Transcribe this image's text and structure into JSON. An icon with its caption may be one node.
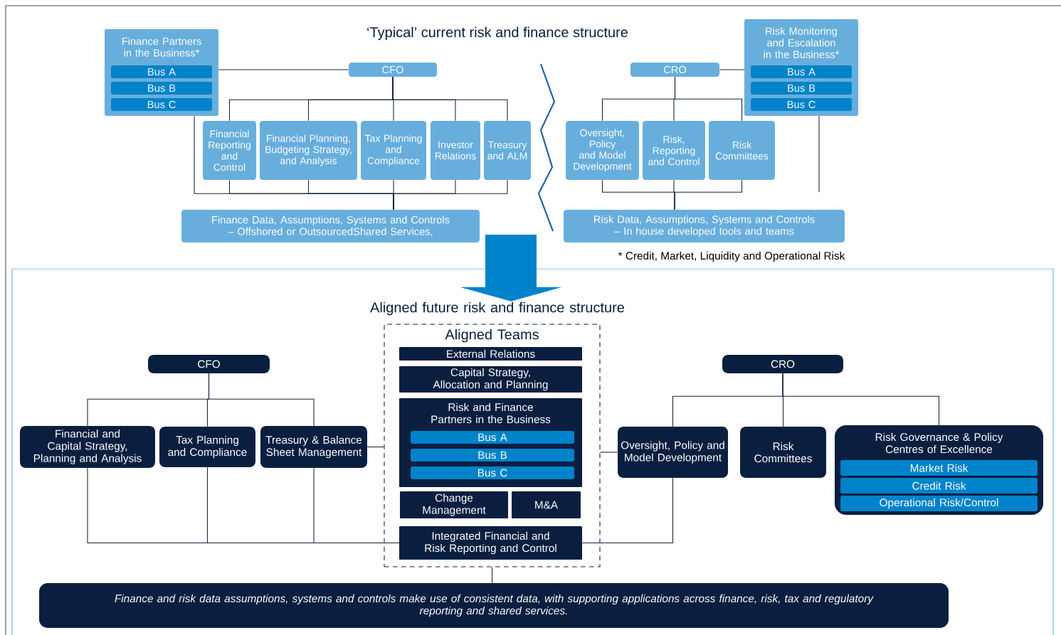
{
  "diagram": {
    "nodes": [
      {
        "text": [
          "Finance Partners in the Business*"
        ]
      },
      {
        "text": [
          "Bus A"
        ],
        "in": 0
      },
      {
        "text": [
          "Bus B"
        ],
        "in": 0
      },
      {
        "text": [
          "Bus C"
        ],
        "in": 0
      },
      {
        "text": [
          "CFO"
        ]
      },
      {
        "text": [
          "Financial Reporting and Control"
        ]
      },
      {
        "text": [
          "Financial Planning, Budgeting Strategy, and Analysis"
        ]
      },
      {
        "text": [
          "Tax Planning and Compliance"
        ]
      },
      {
        "text": [
          "Investor Relations"
        ]
      },
      {
        "text": [
          "Treasury and ALM"
        ]
      },
      {
        "text": [
          "Finance Data, Assumptions, Systems and Controls – Offshored or OutsourcedShared Services,"
        ]
      },
      {
        "text": [
          "CRO"
        ]
      },
      {
        "text": [
          "Risk Monitoring and Escalation in the Business*"
        ]
      },
      {
        "text": [
          "Bus A"
        ],
        "in": 12
      },
      {
        "text": [
          "Bus B"
        ],
        "in": 12
      },
      {
        "text": [
          "Bus C"
        ],
        "in": 12
      },
      {
        "text": [
          "Oversight, Policy and Model Development"
        ]
      },
      {
        "text": [
          "Risk, Reporting and Control"
        ]
      },
      {
        "text": [
          "Risk Committees"
        ]
      },
      {
        "text": [
          "Risk Data, Assumptions, Systems and Controls – In house developed tools and teams"
        ]
      },
      {
        "text": [
          "CFO"
        ]
      },
      {
        "text": [
          "Financial and Capital Strategy, Planning and Analysis"
        ]
      },
      {
        "text": [
          "Tax Planning and Compliance"
        ]
      },
      {
        "text": [
          "Treasury & Balance Sheet Management"
        ]
      },
      {
        "text": [
          "Aligned Teams"
        ]
      },
      {
        "text": [
          "External Relations"
        ],
        "in": 24
      },
      {
        "text": [
          "Capital Strategy, Allocation and Planning"
        ],
        "in": 24
      },
      {
        "text": [
          "Risk and Finance Partners in the Business"
        ],
        "in": 24
      },
      {
        "text": [
          "Bus A"
        ],
        "in": 27
      },
      {
        "text": [
          "Bus B"
        ],
        "in": 27
      },
      {
        "text": [
          "Bus C"
        ],
        "in": 27
      },
      {
        "text": [
          "Change Management"
        ],
        "in": 24
      },
      {
        "text": [
          "M&A"
        ],
        "in": 24
      },
      {
        "text": [
          "Integrated Financial and Risk Reporting and Control"
        ],
        "in": 24
      },
      {
        "text": [
          "CRO"
        ]
      },
      {
        "text": [
          "Oversight, Policy and Model Development"
        ]
      },
      {
        "text": [
          "Risk Committees"
        ]
      },
      {
        "text": [
          "Risk Governance & Policy Centres of Excellence"
        ]
      },
      {
        "text": [
          "Market Risk"
        ],
        "in": 37
      },
      {
        "text": [
          "Credit Risk"
        ],
        "in": 37
      },
      {
        "text": [
          "Operational Risk/Control"
        ],
        "in": 37
      },
      {
        "text": [
          "Finance and risk data assumptions, systems and controls make use of consistent data, with supporting applications across finance, risk, tax and regulatory reporting and shared services."
        ]
      },
      {
        "text": [
          "Aligned future risk and finance structure"
        ]
      }
    ],
    "edges": [
      {
        "from": 0,
        "to": 4,
        "arrow": "none"
      },
      {
        "from": 4,
        "to": 5,
        "arrow": "none"
      },
      {
        "from": 4,
        "to": 6,
        "arrow": "none"
      },
      {
        "from": 4,
        "to": 7,
        "arrow": "none"
      },
      {
        "from": 4,
        "to": 8,
        "arrow": "none"
      },
      {
        "from": 4,
        "to": 9,
        "arrow": "none"
      },
      {
        "from": 5,
        "to": 10,
        "arrow": "none"
      },
      {
        "from": 6,
        "to": 10,
        "arrow": "none"
      },
      {
        "from": 7,
        "to": 10,
        "arrow": "none"
      },
      {
        "from": 8,
        "to": 10,
        "arrow": "none"
      },
      {
        "from": 9,
        "to": 10,
        "arrow": "none"
      },
      {
        "from": 0,
        "to": 10,
        "arrow": "none"
      },
      {
        "from": 11,
        "to": 12,
        "arrow": "none"
      },
      {
        "from": 11,
        "to": 16,
        "arrow": "none"
      },
      {
        "from": 11,
        "to": 17,
        "arrow": "none"
      },
      {
        "from": 11,
        "to": 18,
        "arrow": "none"
      },
      {
        "from": 16,
        "to": 19,
        "arrow": "none"
      },
      {
        "from": 17,
        "to": 19,
        "arrow": "none"
      },
      {
        "from": 18,
        "to": 19,
        "arrow": "none"
      },
      {
        "from": 12,
        "to": null,
        "arrow": "none"
      },
      {
        "from": 20,
        "to": 21,
        "arrow": "none"
      },
      {
        "from": 20,
        "to": 22,
        "arrow": "none"
      },
      {
        "from": 20,
        "to": 23,
        "arrow": "none"
      },
      {
        "from": 21,
        "to": 33,
        "arrow": "none"
      },
      {
        "from": 22,
        "to": 33,
        "arrow": "none"
      },
      {
        "from": 23,
        "to": 33,
        "arrow": "none"
      },
      {
        "from": 23,
        "to": 24,
        "arrow": "none"
      },
      {
        "from": 24,
        "to": 35,
        "arrow": "none"
      },
      {
        "from": 34,
        "to": 35,
        "arrow": "none"
      },
      {
        "from": 34,
        "to": 36,
        "arrow": "none"
      },
      {
        "from": 34,
        "to": 37,
        "arrow": "none"
      },
      {
        "from": 35,
        "to": 33,
        "arrow": "none"
      },
      {
        "from": 24,
        "to": 41,
        "arrow": "none"
      },
      {
        "from": null,
        "to": 42,
        "arrow": "to",
        "style": "thick",
        "color": "#0083ca"
      }
    ],
    "labels": [
      "‘Typical’ current risk and finance structure",
      "* Credit, Market, Liquidity and Operational Risk"
    ]
  }
}
